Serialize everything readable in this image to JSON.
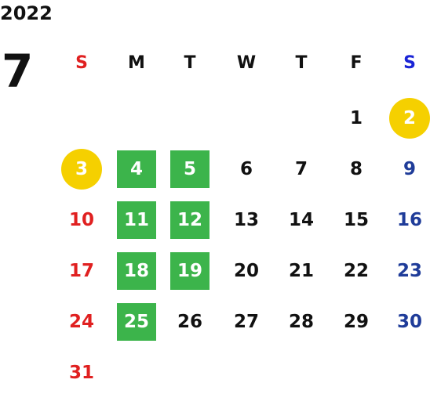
{
  "calendar": {
    "year": "2022",
    "month": "7",
    "weekdays": [
      "S",
      "M",
      "T",
      "W",
      "T",
      "F",
      "S"
    ],
    "colors": {
      "sunday": "#e02020",
      "saturday_header": "#1a24d6",
      "saturday": "#1f3c99",
      "weekday": "#111111",
      "highlight_green": "#3cb44b",
      "highlight_yellow": "#f5d000"
    },
    "weeks": [
      [
        "",
        "",
        "",
        "",
        "",
        "1",
        "2"
      ],
      [
        "3",
        "4",
        "5",
        "6",
        "7",
        "8",
        "9"
      ],
      [
        "10",
        "11",
        "12",
        "13",
        "14",
        "15",
        "16"
      ],
      [
        "17",
        "18",
        "19",
        "20",
        "21",
        "22",
        "23"
      ],
      [
        "24",
        "25",
        "26",
        "27",
        "28",
        "29",
        "30"
      ],
      [
        "31",
        "",
        "",
        "",
        "",
        "",
        ""
      ]
    ],
    "highlighted_days_green": [
      "4",
      "5",
      "11",
      "12",
      "18",
      "19",
      "25"
    ],
    "highlighted_days_yellow": [
      "2",
      "3"
    ]
  }
}
